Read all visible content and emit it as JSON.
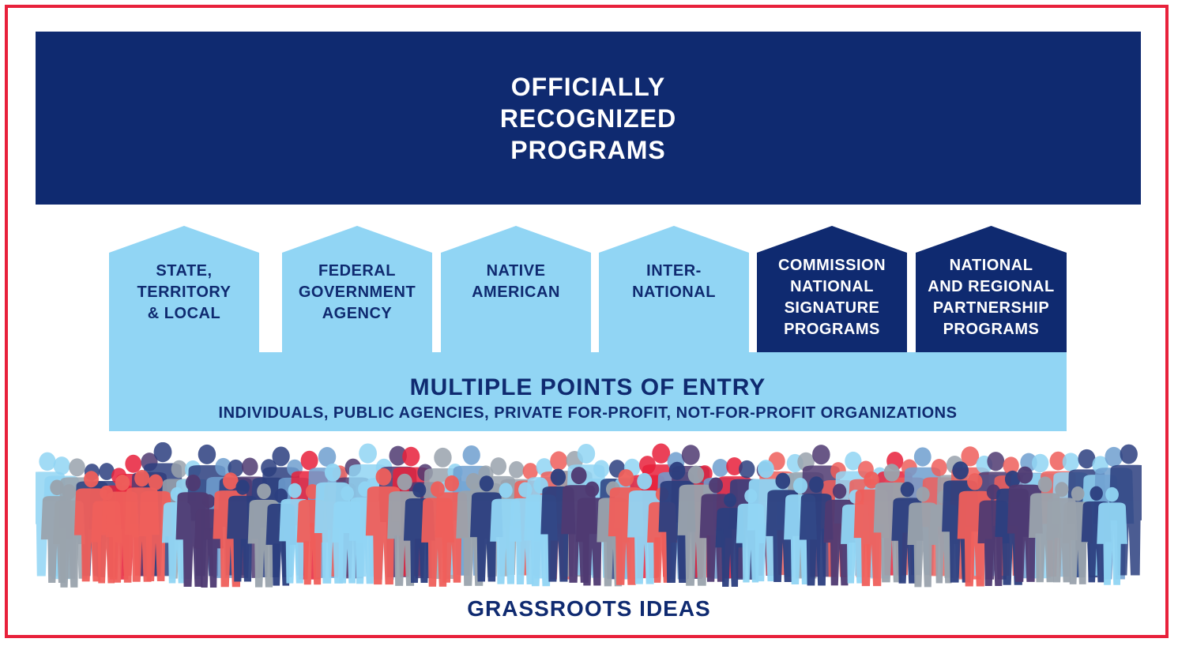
{
  "top_banner": {
    "lines": [
      "OFFICIALLY",
      "RECOGNIZED",
      "PROGRAMS"
    ]
  },
  "houses": [
    {
      "lines": [
        "STATE,",
        "TERRITORY",
        "& LOCAL"
      ],
      "style": "light"
    },
    {
      "lines": [
        "FEDERAL",
        "GOVERNMENT",
        "AGENCY"
      ],
      "style": "light"
    },
    {
      "lines": [
        "NATIVE",
        "AMERICAN"
      ],
      "style": "light"
    },
    {
      "lines": [
        "INTER-",
        "NATIONAL"
      ],
      "style": "light"
    },
    {
      "lines": [
        "COMMISSION",
        "NATIONAL",
        "SIGNATURE",
        "PROGRAMS"
      ],
      "style": "dark"
    },
    {
      "lines": [
        "NATIONAL",
        "AND REGIONAL",
        "PARTNERSHIP",
        "PROGRAMS"
      ],
      "style": "dark"
    }
  ],
  "entry": {
    "title": "MULTIPLE POINTS OF ENTRY",
    "subtitle": "INDIVIDUALS, PUBLIC AGENCIES, PRIVATE FOR-PROFIT, NOT-FOR-PROFIT ORGANIZATIONS"
  },
  "footer": {
    "label": "GRASSROOTS IDEAS"
  },
  "colors": {
    "frame": "#e8213b",
    "navy": "#0f2a70",
    "light_blue": "#91d5f4",
    "crowd_palette": [
      "#91d5f4",
      "#9aa3ad",
      "#ef5f5b",
      "#2c3f7f",
      "#4f3a72",
      "#6f9fd0",
      "#e8213b"
    ]
  }
}
